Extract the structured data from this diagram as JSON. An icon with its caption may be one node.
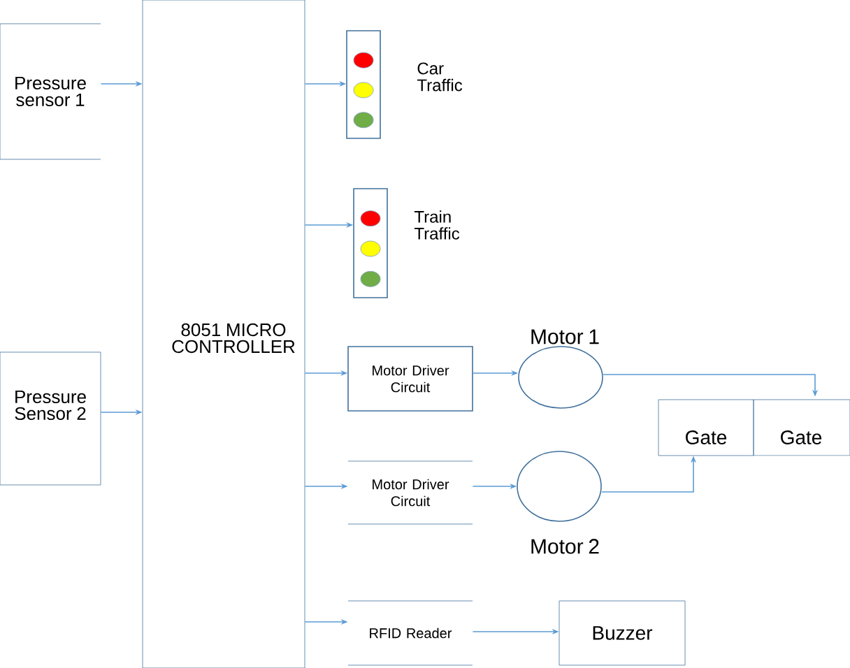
{
  "diagram": {
    "nodes": [
      {
        "text": [
          "Pressure sensor 1"
        ]
      },
      {
        "text": [
          "Pressure Sensor 2"
        ]
      },
      {
        "text": [
          "8051 MICRO CONTROLLER"
        ]
      },
      {
        "text": [],
        "shape": "picture",
        "beside": [
          "Car Traffic"
        ]
      },
      {
        "text": [],
        "shape": "picture",
        "beside": [
          "Train Traffic"
        ]
      },
      {
        "text": [
          "Motor Driver Circuit"
        ]
      },
      {
        "text": [
          "Motor 1"
        ]
      },
      {
        "text": [
          "Motor Driver Circuit"
        ]
      },
      {
        "text": [
          "Motor 2"
        ]
      },
      {
        "text": [
          "Gate"
        ]
      },
      {
        "text": [
          "Gate"
        ]
      },
      {
        "text": [
          "RFID Reader"
        ]
      },
      {
        "text": [
          "Buzzer"
        ]
      }
    ],
    "edges": [
      {
        "from": 0,
        "to": 2,
        "arrow": "to"
      },
      {
        "from": 1,
        "to": 2,
        "arrow": "to"
      },
      {
        "from": 2,
        "to": 3,
        "arrow": "to"
      },
      {
        "from": 2,
        "to": 4,
        "arrow": "to"
      },
      {
        "from": 2,
        "to": 5,
        "arrow": "to"
      },
      {
        "from": 2,
        "to": 7,
        "arrow": "to"
      },
      {
        "from": 2,
        "to": 11,
        "arrow": "to"
      },
      {
        "from": 5,
        "to": 6,
        "arrow": "to"
      },
      {
        "from": 7,
        "to": 8,
        "arrow": "to"
      },
      {
        "from": 6,
        "to": 10,
        "arrow": "to"
      },
      {
        "from": 8,
        "to": 9,
        "arrow": "to"
      },
      {
        "from": 11,
        "to": 12,
        "arrow": "to"
      }
    ]
  }
}
